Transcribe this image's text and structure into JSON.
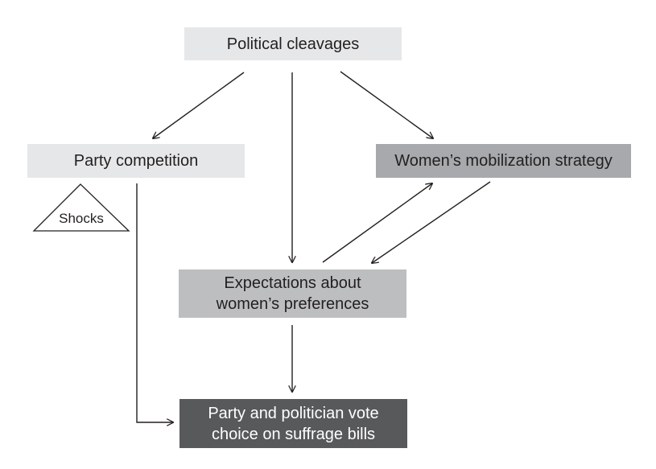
{
  "nodes": {
    "political_cleavages": "Political cleavages",
    "party_competition": "Party competition",
    "womens_mobilization": "Women’s mobilization strategy",
    "expectations": [
      "Expectations about",
      "women’s preferences"
    ],
    "outcome": [
      "Party and politician vote",
      "choice on suffrage bills"
    ],
    "shocks": "Shocks"
  },
  "colors": {
    "light_box": "#e6e7e8",
    "mid_box": "#a7a9ac",
    "expectation_box": "#bcbec0",
    "dark_box": "#58595b",
    "arrow": "#231f20"
  }
}
